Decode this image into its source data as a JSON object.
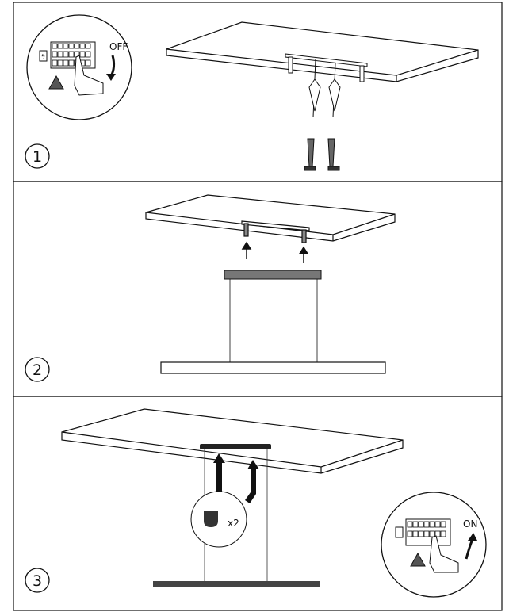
{
  "steps": [
    {
      "number": "1",
      "switch_label": "OFF"
    },
    {
      "number": "2"
    },
    {
      "number": "3",
      "switch_label": "ON",
      "cap_quantity": "x2"
    }
  ],
  "colors": {
    "line": "#111111",
    "bar_fill": "#555555",
    "canopy_fill": "#777777"
  }
}
